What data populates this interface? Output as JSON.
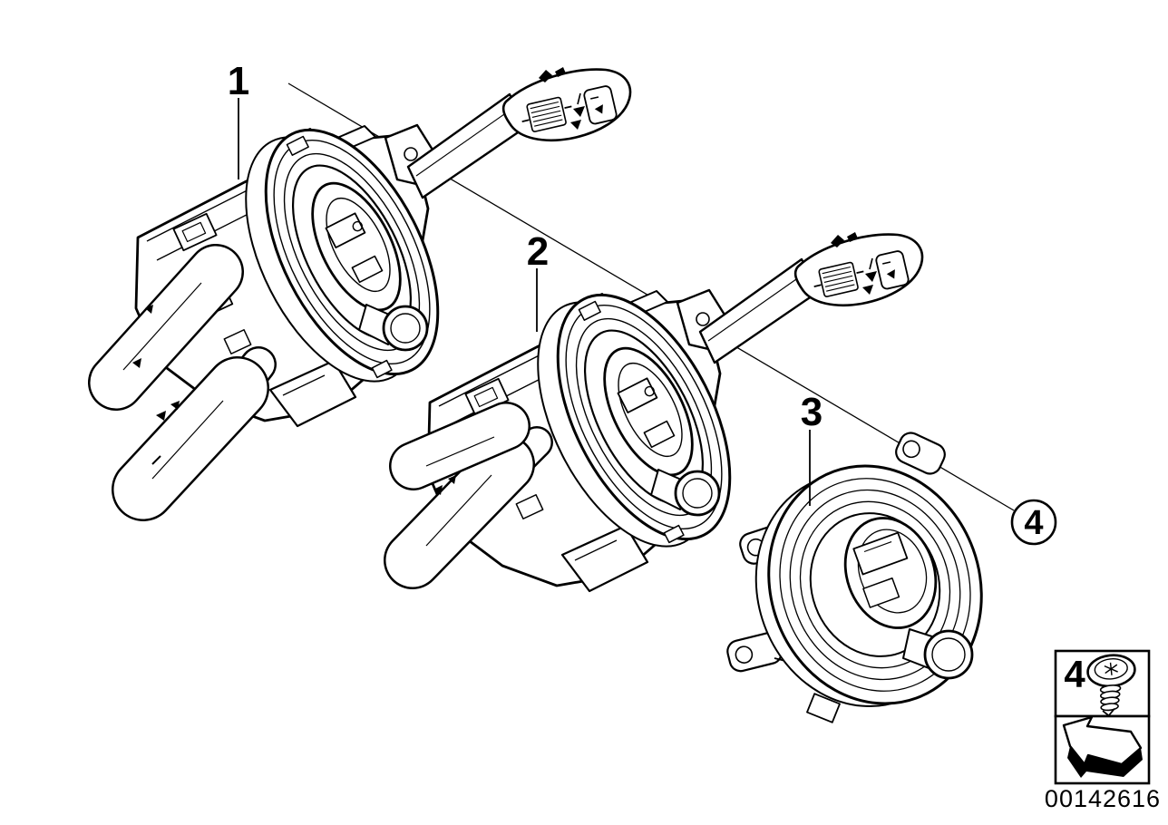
{
  "diagram": {
    "background_color": "#ffffff",
    "line_color": "#000000",
    "callouts": [
      {
        "label": "1"
      },
      {
        "label": "2"
      },
      {
        "label": "3"
      },
      {
        "label": "4"
      }
    ],
    "legend": {
      "item_label": "4",
      "item_icon": "torx-screw-icon",
      "nav_icon": "return-arrow-icon"
    },
    "document_number": "00142616"
  }
}
